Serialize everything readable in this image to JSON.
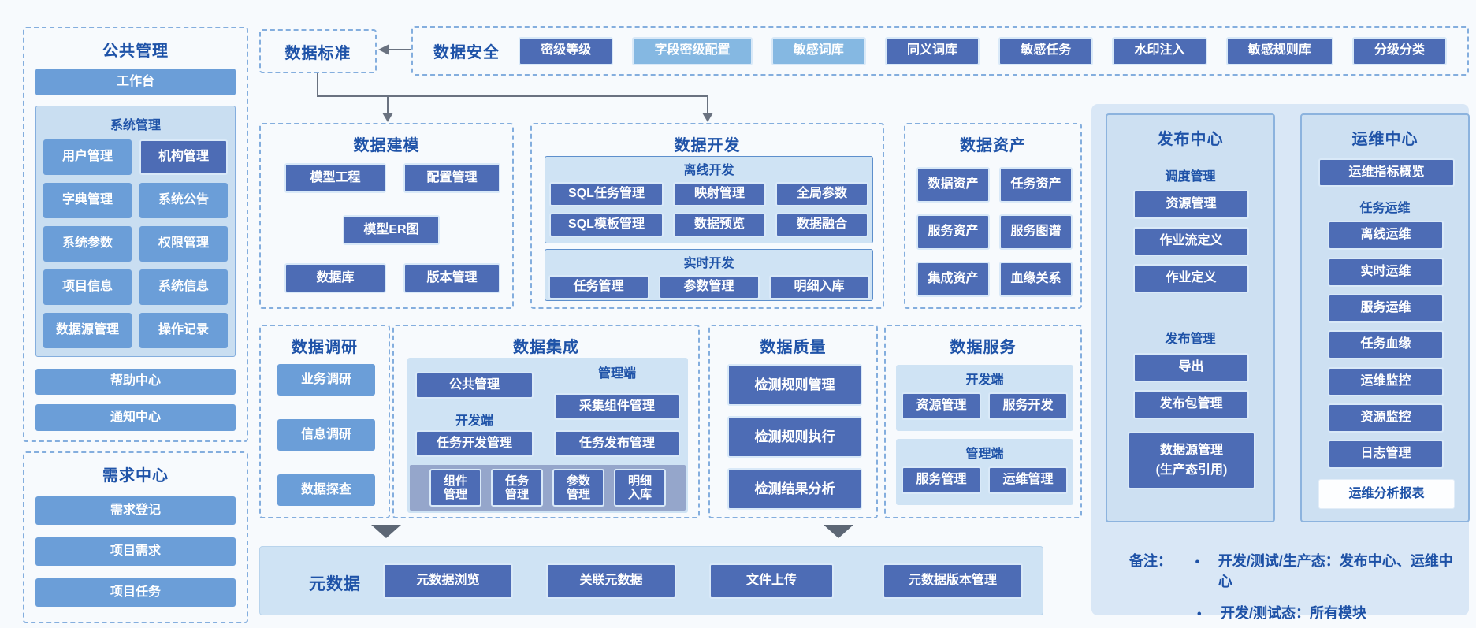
{
  "palette": {
    "dark_button": "#4d6cb5",
    "medium_button": "#6b9ed8",
    "light_button": "#85b8e2",
    "panel_bg": "#cfe3f4",
    "title_text": "#1f53a8",
    "right_region_bg": "#d9e7f6",
    "strip_bg": "#95a6cb",
    "arrow": "#6a7280"
  },
  "left": {
    "public": {
      "title": "公共管理",
      "workbench": "工作台",
      "system": {
        "label": "系统管理",
        "items": [
          "用户管理",
          "机构管理",
          "字典管理",
          "系统公告",
          "系统参数",
          "权限管理",
          "项目信息",
          "系统信息",
          "数据源管理",
          "操作记录"
        ]
      },
      "help": "帮助中心",
      "notice": "通知中心"
    },
    "demand": {
      "title": "需求中心",
      "items": [
        "需求登记",
        "项目需求",
        "项目任务"
      ]
    }
  },
  "standard": {
    "title": "数据标准"
  },
  "security": {
    "title": "数据安全",
    "items": [
      "密级等级",
      "字段密级配置",
      "敏感词库",
      "同义词库",
      "敏感任务",
      "水印注入",
      "敏感规则库",
      "分级分类"
    ]
  },
  "modeling": {
    "title": "数据建模",
    "items": [
      "模型工程",
      "配置管理",
      "模型ER图",
      "数据库",
      "版本管理"
    ]
  },
  "development": {
    "title": "数据开发",
    "offline": {
      "label": "离线开发",
      "items": [
        "SQL任务管理",
        "映射管理",
        "全局参数",
        "SQL模板管理",
        "数据预览",
        "数据融合"
      ]
    },
    "realtime": {
      "label": "实时开发",
      "items": [
        "任务管理",
        "参数管理",
        "明细入库"
      ]
    }
  },
  "assets": {
    "title": "数据资产",
    "items": [
      "数据资产",
      "任务资产",
      "服务资产",
      "服务图谱",
      "集成资产",
      "血缘关系"
    ]
  },
  "research": {
    "title": "数据调研",
    "items": [
      "业务调研",
      "信息调研",
      "数据探查"
    ]
  },
  "integration": {
    "title": "数据集成",
    "public_mgmt": "公共管理",
    "mgmt_label": "管理端",
    "collector": "采集组件管理",
    "dev_label": "开发端",
    "task_dev": "任务开发管理",
    "task_publish": "任务发布管理",
    "strip": [
      "组件管理",
      "任务管理",
      "参数管理",
      "明细入库"
    ]
  },
  "quality": {
    "title": "数据质量",
    "items": [
      "检测规则管理",
      "检测规则执行",
      "检测结果分析"
    ]
  },
  "service": {
    "title": "数据服务",
    "dev": {
      "label": "开发端",
      "items": [
        "资源管理",
        "服务开发"
      ]
    },
    "mgmt": {
      "label": "管理端",
      "items": [
        "服务管理",
        "运维管理"
      ]
    }
  },
  "metadata": {
    "title": "元数据",
    "items": [
      "元数据浏览",
      "关联元数据",
      "文件上传",
      "元数据版本管理"
    ]
  },
  "release": {
    "title": "发布中心",
    "schedule_label": "调度管理",
    "schedule_items": [
      "资源管理",
      "作业流定义",
      "作业定义"
    ],
    "publish_label": "发布管理",
    "publish_items": [
      "导出",
      "发布包管理"
    ],
    "datasource_line1": "数据源管理",
    "datasource_line2": "(生产态引用)"
  },
  "ops": {
    "title": "运维中心",
    "overview": "运维指标概览",
    "task_label": "任务运维",
    "task_items": [
      "离线运维",
      "实时运维",
      "服务运维",
      "任务血缘"
    ],
    "monitor_items": [
      "运维监控",
      "资源监控",
      "日志管理"
    ],
    "report": "运维分析报表"
  },
  "note": {
    "prefix": "备注：",
    "bullet": "•",
    "line1": "开发/测试/生产态：发布中心、运维中心",
    "line2": "开发/测试态：所有模块"
  }
}
